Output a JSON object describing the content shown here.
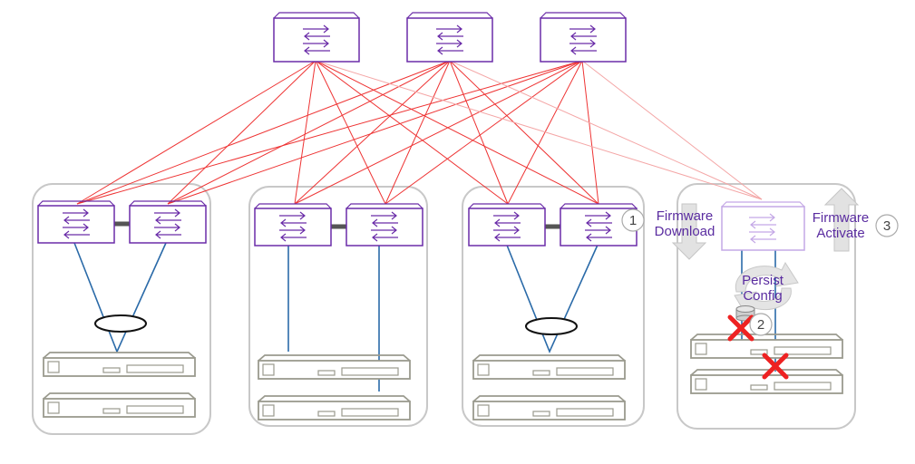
{
  "steps": [
    {
      "number": "1",
      "line1": "Firmware",
      "line2": "Download"
    },
    {
      "number": "2",
      "line1": "Persist",
      "line2": "Config"
    },
    {
      "number": "3",
      "line1": "Firmware",
      "line2": "Activate"
    }
  ],
  "colors": {
    "switch": "#6a2ca8",
    "switch_faded": "#c4a8e6",
    "uplink": "#ee3333",
    "uplink_faded": "#f4a6a6",
    "downlink": "#2a6aa8",
    "rack_border": "#c8c8c8",
    "server": "#9a9a8e",
    "fail": "#ee2222",
    "arrow": "#d9d9d9"
  },
  "icons": [
    "spine-switch-icon",
    "leaf-switch-icon",
    "server-icon",
    "failure-x-icon",
    "download-arrow-icon",
    "upload-arrow-icon",
    "cycle-arrow-icon",
    "database-icon"
  ]
}
